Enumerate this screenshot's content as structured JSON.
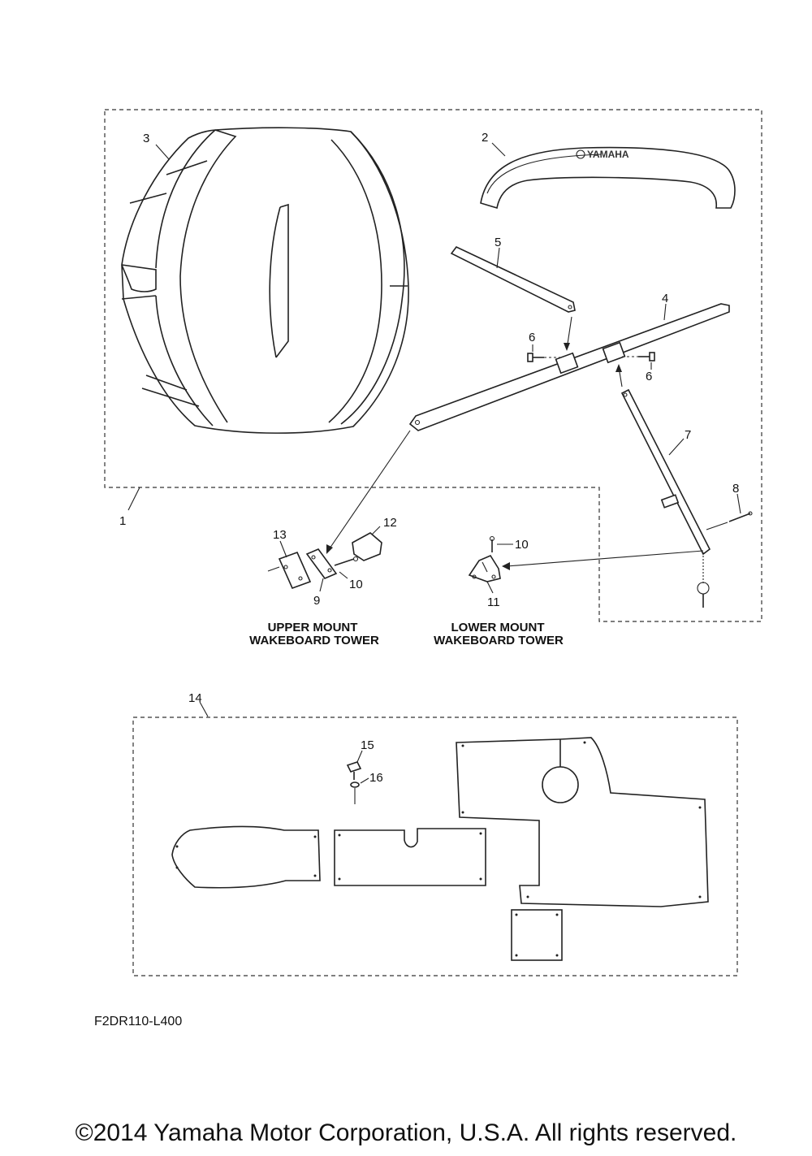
{
  "callouts": {
    "c1": "1",
    "c2": "2",
    "c3": "3",
    "c4": "4",
    "c5": "5",
    "c6a": "6",
    "c6b": "6",
    "c7": "7",
    "c8": "8",
    "c9": "9",
    "c10a": "10",
    "c10b": "10",
    "c11": "11",
    "c12": "12",
    "c13": "13",
    "c14": "14",
    "c15": "15",
    "c16": "16"
  },
  "brand_text": "YAMAHA",
  "labels": {
    "upper_mount_line1": "UPPER  MOUNT",
    "upper_mount_line2": "WAKEBOARD TOWER",
    "lower_mount_line1": "LOWER  MOUNT",
    "lower_mount_line2": "WAKEBOARD TOWER"
  },
  "diagram_code": "F2DR110-L400",
  "copyright": "©2014 Yamaha Motor Corporation, U.S.A. All rights reserved."
}
